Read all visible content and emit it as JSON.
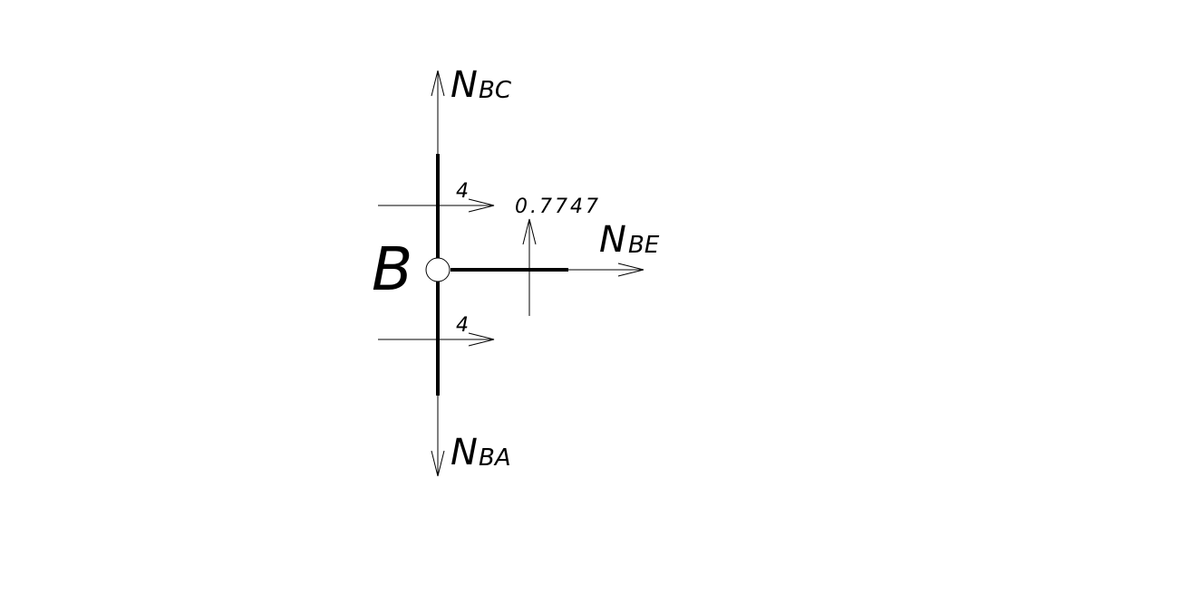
{
  "node": {
    "label": "B"
  },
  "forces": {
    "n_bc": {
      "symbol": "N",
      "subscript": "BC"
    },
    "n_ba": {
      "symbol": "N",
      "subscript": "BA"
    },
    "n_be": {
      "symbol": "N",
      "subscript": "BE"
    }
  },
  "loads": {
    "upper_horizontal": "4",
    "lower_horizontal": "4",
    "vertical_member": "0.7747"
  },
  "colors": {
    "line": "#000000",
    "background": "#ffffff"
  }
}
